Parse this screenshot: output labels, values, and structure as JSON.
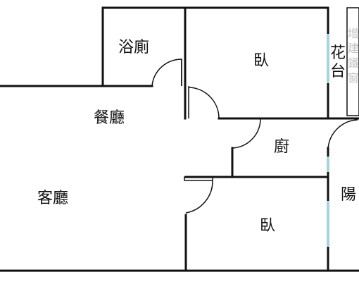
{
  "rooms": {
    "bathroom": "浴廁",
    "bedroom_top": "臥",
    "dining": "餐廳",
    "kitchen": "廚",
    "living": "客廳",
    "bedroom_bottom": "臥",
    "planter": "花台",
    "balcony": "陽",
    "annex_note": "增建鐵窗"
  }
}
